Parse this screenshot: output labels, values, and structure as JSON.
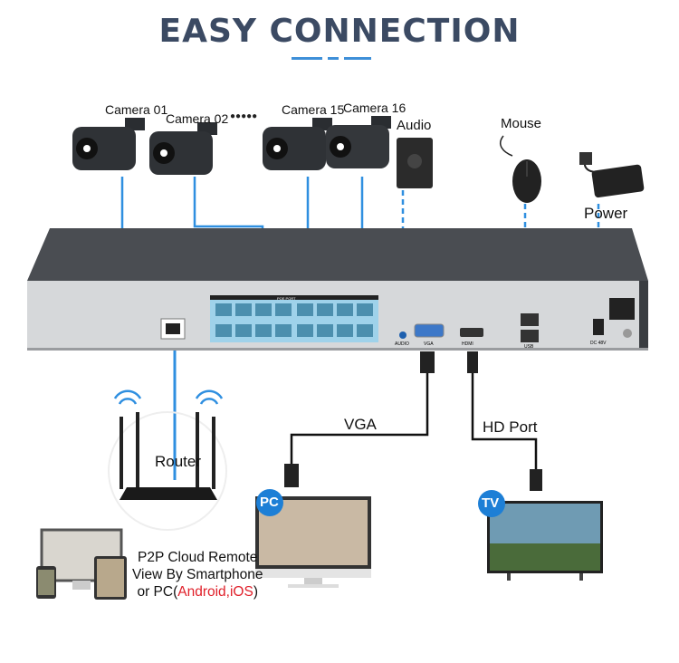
{
  "title": "EASY CONNECTION",
  "cameras": [
    {
      "label": "Camera 01"
    },
    {
      "label": "Camera 02"
    },
    {
      "label": "Camera 15"
    },
    {
      "label": "Camera 16"
    }
  ],
  "camera_ellipsis": "●●●●●",
  "devices": {
    "audio": "Audio",
    "mouse": "Mouse",
    "power": "Power",
    "router": "Router",
    "vga": "VGA",
    "hd_port": "HD Port",
    "pc_badge": "PC",
    "tv_badge": "TV"
  },
  "nvr_ports": {
    "poe": "POE PORT",
    "audio": "AUDIO",
    "vga": "VGA",
    "hdmi": "HDMI",
    "usb": "USB",
    "dc": "DC 48V"
  },
  "remote": {
    "line1": "P2P Cloud Remote",
    "line2": "View By Smartphone",
    "line3_prefix": "or PC(",
    "line3_highlight": "Android,iOS",
    "line3_suffix": ")"
  },
  "colors": {
    "title": "#3b4a63",
    "cable": "#2f8fe0",
    "accent": "#1d7fd6",
    "highlight": "#e0202a"
  }
}
